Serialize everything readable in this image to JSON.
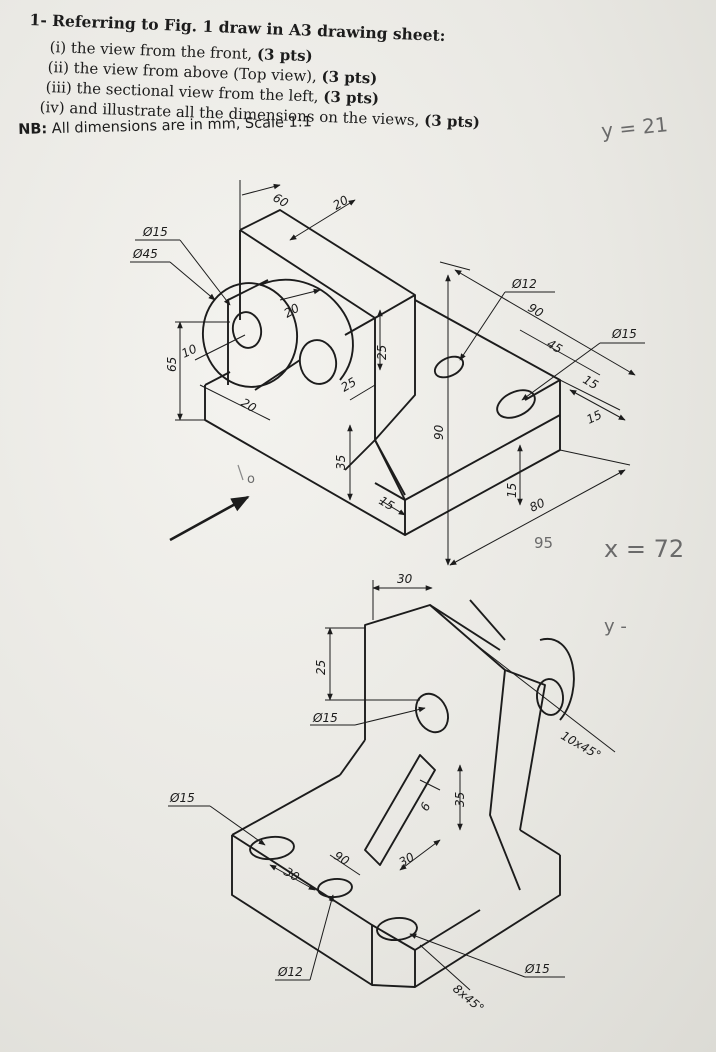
{
  "task": {
    "title": "1- Referring to Fig. 1 draw in A3 drawing sheet:",
    "items": [
      {
        "label": "(i) the view from the front,",
        "pts": "(3 pts)"
      },
      {
        "label": "(ii) the view from above (Top view),",
        "pts": "(3 pts)"
      },
      {
        "label": "(iii) the sectional view from the left,",
        "pts": "(3 pts)"
      },
      {
        "label": "(iv) and illustrate all the dimensions on the views,",
        "pts": "(3 pts)"
      }
    ],
    "nb_label": "NB:",
    "nb_text": "All dimensions are in mm, Scale 1:1"
  },
  "handwritten": {
    "y_note": "y = 21",
    "x_note": "x = 72",
    "y_note2": "y -",
    "o_mark": "o",
    "ninety_five": "95"
  },
  "figure1": {
    "dims": {
      "d15_top": "Ø15",
      "d45": "Ø45",
      "d65": "65",
      "d10": "10",
      "d20_left": "20",
      "d60": "60",
      "d20_top": "20",
      "d20_mid": "20",
      "d25_a": "25",
      "d25_b": "25",
      "d35": "35",
      "d15_bottom": "15",
      "d90_v": "90",
      "d12": "Ø12",
      "d90": "90",
      "d45_r": "45",
      "d15_r": "Ø15",
      "d15_ra": "15",
      "d15_rb": "15",
      "d15_low": "15",
      "d80": "80"
    }
  },
  "figure2": {
    "dims": {
      "d30_top": "30",
      "d25": "25",
      "d15_hole": "Ø15",
      "d15_left": "Ø15",
      "d6": "6",
      "d35": "35",
      "d30_rib": "30",
      "d90": "90",
      "d30_base": "30",
      "d12": "Ø12",
      "d15_bottom": "Ø15",
      "chamfer_10": "10x45°",
      "chamfer_8": "8x45°"
    }
  }
}
